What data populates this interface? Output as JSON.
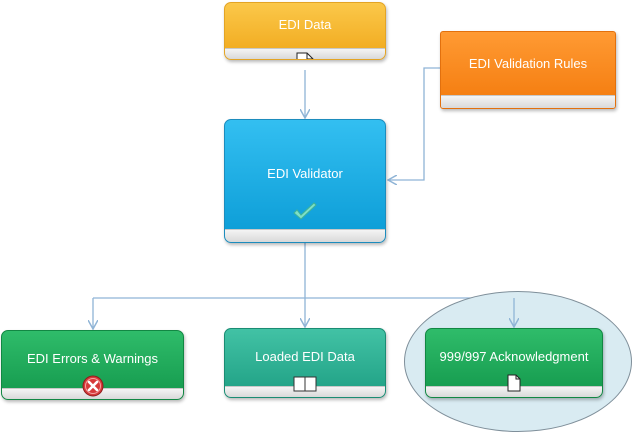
{
  "nodes": {
    "edi_data": {
      "label": "EDI Data",
      "color": "#f5b52c",
      "icon": "document-icon"
    },
    "validation_rules": {
      "label": "EDI Validation Rules",
      "color": "#f7860f"
    },
    "validator": {
      "label": "EDI Validator",
      "color": "#1aaee6",
      "icon": "checkmark-icon"
    },
    "errors": {
      "label": "EDI Errors & Warnings",
      "color": "#1fa85a",
      "icon": "error-x-icon"
    },
    "loaded": {
      "label": "Loaded EDI Data",
      "color": "#2fb394",
      "icon": "open-book-icon"
    },
    "acknowledgment": {
      "label": "999/997 Acknowledgment",
      "color": "#1fa85a",
      "icon": "document-icon"
    }
  },
  "edges": [
    {
      "from": "edi_data",
      "to": "validator"
    },
    {
      "from": "validation_rules",
      "to": "validator"
    },
    {
      "from": "validator",
      "to": "errors"
    },
    {
      "from": "validator",
      "to": "loaded"
    },
    {
      "from": "validator",
      "to": "acknowledgment"
    }
  ],
  "colors": {
    "connector": "#8fb4d6",
    "highlight_ellipse": "#d9ebf2"
  }
}
